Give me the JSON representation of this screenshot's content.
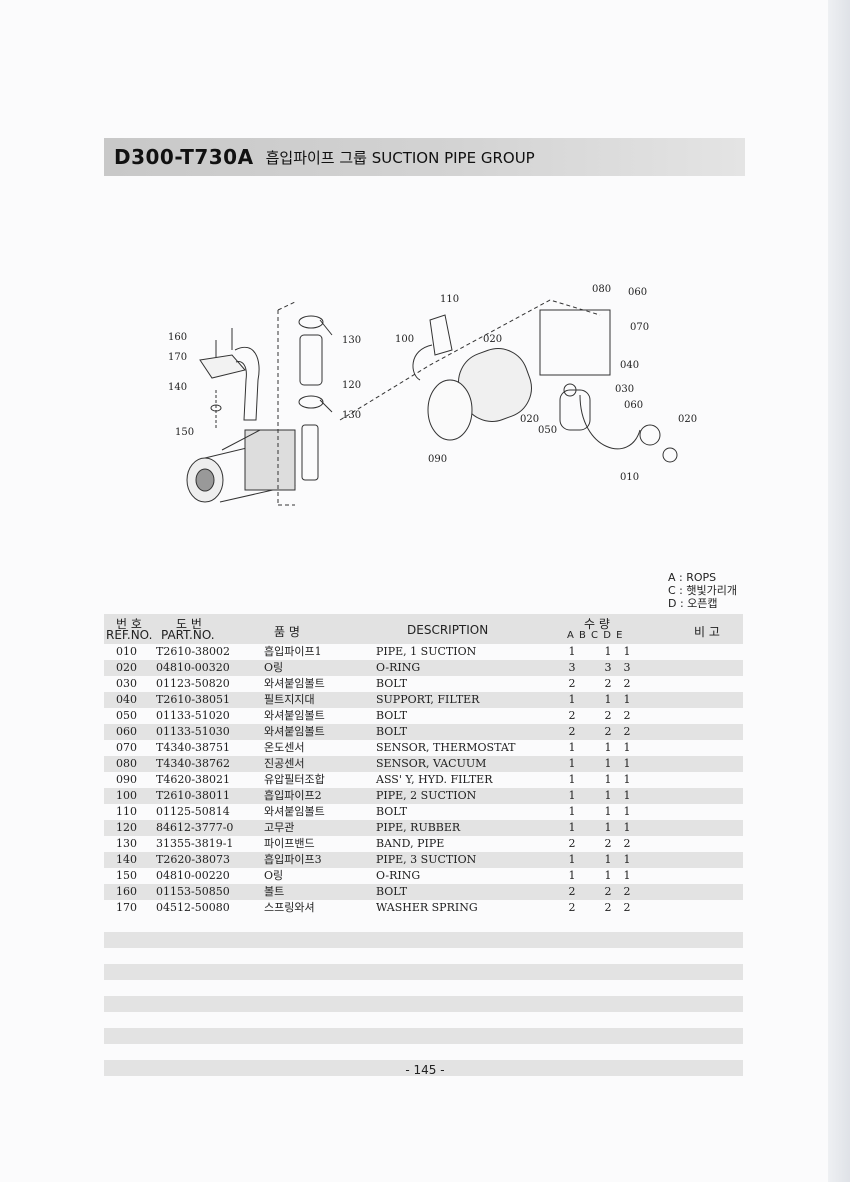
{
  "header": {
    "code": "D300-T730A",
    "name": "흡입파이프 그룹 SUCTION PIPE GROUP"
  },
  "diagram": {
    "callouts": [
      "010",
      "020",
      "020",
      "030",
      "040",
      "050",
      "060",
      "060",
      "070",
      "080",
      "090",
      "100",
      "110",
      "120",
      "130",
      "130",
      "140",
      "150",
      "160",
      "170"
    ]
  },
  "legend": [
    "A : ROPS",
    "C : 햇빛가리개",
    "D : 오픈캡"
  ],
  "table": {
    "headers": {
      "ref_kor": "번 호",
      "ref_eng": "REF.NO.",
      "part_kor": "도 번",
      "part_eng": "PART.NO.",
      "kor_name": "품 명",
      "description": "DESCRIPTION",
      "qty": "수 량",
      "cols": "A B C D E",
      "remarks": "비 고"
    },
    "rows": [
      {
        "ref": "010",
        "part": "T2610-38002",
        "kor": "흡입파이프1",
        "desc": "PIPE, 1 SUCTION",
        "a": "1",
        "c": "1",
        "d": "1"
      },
      {
        "ref": "020",
        "part": "04810-00320",
        "kor": "O링",
        "desc": "O-RING",
        "a": "3",
        "c": "3",
        "d": "3"
      },
      {
        "ref": "030",
        "part": "01123-50820",
        "kor": "와셔붙임볼트",
        "desc": "BOLT",
        "a": "2",
        "c": "2",
        "d": "2"
      },
      {
        "ref": "040",
        "part": "T2610-38051",
        "kor": "필트지지대",
        "desc": "SUPPORT, FILTER",
        "a": "1",
        "c": "1",
        "d": "1"
      },
      {
        "ref": "050",
        "part": "01133-51020",
        "kor": "와셔붙임볼트",
        "desc": "BOLT",
        "a": "2",
        "c": "2",
        "d": "2"
      },
      {
        "ref": "060",
        "part": "01133-51030",
        "kor": "와셔붙임볼트",
        "desc": "BOLT",
        "a": "2",
        "c": "2",
        "d": "2"
      },
      {
        "ref": "070",
        "part": "T4340-38751",
        "kor": "온도센서",
        "desc": "SENSOR, THERMOSTAT",
        "a": "1",
        "c": "1",
        "d": "1"
      },
      {
        "ref": "080",
        "part": "T4340-38762",
        "kor": "진공센서",
        "desc": "SENSOR, VACUUM",
        "a": "1",
        "c": "1",
        "d": "1"
      },
      {
        "ref": "090",
        "part": "T4620-38021",
        "kor": "유압필터조합",
        "desc": "ASS' Y, HYD. FILTER",
        "a": "1",
        "c": "1",
        "d": "1"
      },
      {
        "ref": "100",
        "part": "T2610-38011",
        "kor": "흡입파이프2",
        "desc": "PIPE, 2 SUCTION",
        "a": "1",
        "c": "1",
        "d": "1"
      },
      {
        "ref": "110",
        "part": "01125-50814",
        "kor": "와셔붙임볼트",
        "desc": "BOLT",
        "a": "1",
        "c": "1",
        "d": "1"
      },
      {
        "ref": "120",
        "part": "84612-3777-0",
        "kor": "고무관",
        "desc": "PIPE, RUBBER",
        "a": "1",
        "c": "1",
        "d": "1"
      },
      {
        "ref": "130",
        "part": "31355-3819-1",
        "kor": "파이프밴드",
        "desc": "BAND, PIPE",
        "a": "2",
        "c": "2",
        "d": "2"
      },
      {
        "ref": "140",
        "part": "T2620-38073",
        "kor": "흡입파이프3",
        "desc": "PIPE, 3 SUCTION",
        "a": "1",
        "c": "1",
        "d": "1"
      },
      {
        "ref": "150",
        "part": "04810-00220",
        "kor": "O링",
        "desc": "O-RING",
        "a": "1",
        "c": "1",
        "d": "1"
      },
      {
        "ref": "160",
        "part": "01153-50850",
        "kor": "볼트",
        "desc": "BOLT",
        "a": "2",
        "c": "2",
        "d": "2"
      },
      {
        "ref": "170",
        "part": "04512-50080",
        "kor": "스프링와셔",
        "desc": "WASHER SPRING",
        "a": "2",
        "c": "2",
        "d": "2"
      }
    ]
  },
  "footer": {
    "page_number": "- 145 -"
  }
}
